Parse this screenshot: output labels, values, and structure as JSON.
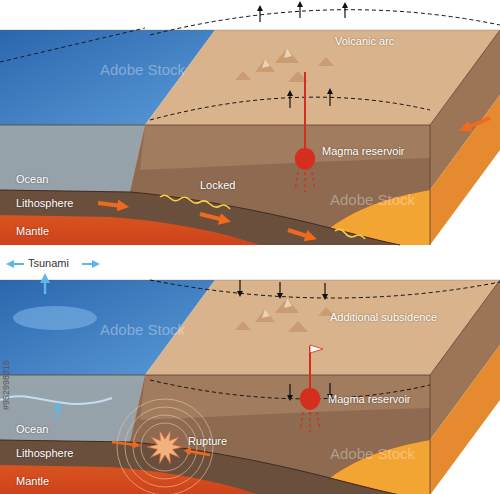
{
  "diagram": {
    "labels": [
      "Volcanic arc",
      "Ocean",
      "Locked",
      "Magma reservoir",
      "Lithosphere",
      "Mantle",
      "Tsunami",
      "Additional subsidence",
      "Ocean",
      "Magma reservoir",
      "Rupture",
      "Lithosphere",
      "Mantle",
      "#952998315",
      "Adobe Stock",
      "Adobe Stock",
      "Adobe Stock",
      "Adobe Stock"
    ]
  }
}
